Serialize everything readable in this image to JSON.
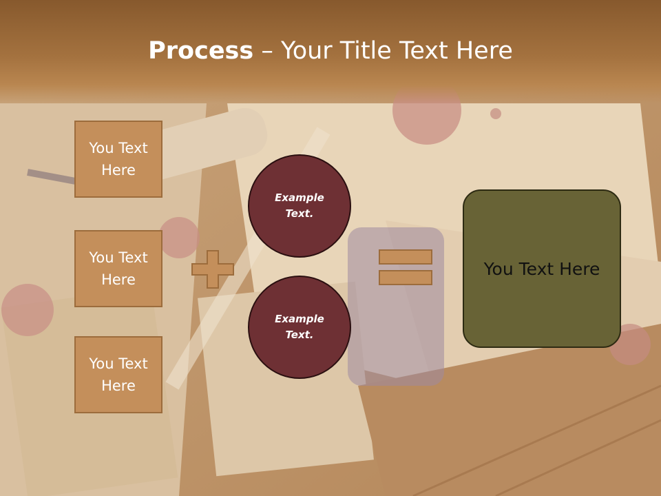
{
  "slide": {
    "title_bold": "Process",
    "title_rest": " – Your Title Text Here"
  },
  "diagram": {
    "inputs": [
      "You Text\nHere",
      "You Text\nHere",
      "You Text\nHere"
    ],
    "operands": [
      "Example\nText.",
      "Example\nText."
    ],
    "result": "You Text Here",
    "operators": [
      "plus",
      "equals"
    ]
  },
  "colors": {
    "header": "#a4723f",
    "input_box": "#c48f5b",
    "operand_circle": "#6e3034",
    "result_box": "#686336",
    "title_text": "#ffffff"
  }
}
